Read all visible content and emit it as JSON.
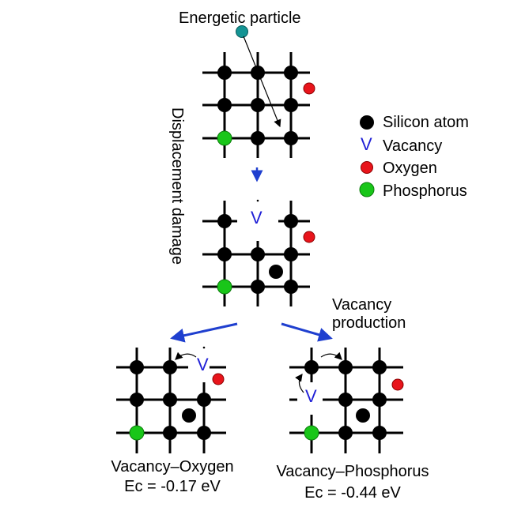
{
  "title_particle": "Energetic particle",
  "side_label": "Displacement damage",
  "vacancy_production_line1": "Vacancy",
  "vacancy_production_line2": "production",
  "vacancy_symbol": "V",
  "legend": {
    "silicon": "Silicon atom",
    "vacancy": "Vacancy",
    "oxygen": "Oxygen",
    "phosphorus": "Phosphorus"
  },
  "captions": {
    "vo_name": "Vacancy–Oxygen",
    "vo_energy": "Ec = -0.17 eV",
    "vp_name": "Vacancy–Phosphorus",
    "vp_energy": "Ec = -0.44 eV"
  },
  "colors": {
    "silicon": "#000000",
    "oxygen": "#e8141b",
    "phosphorus": "#19c619",
    "particle": "#149494",
    "arrow": "#1f3fcf",
    "vacancy_text": "#1f1fd6"
  }
}
